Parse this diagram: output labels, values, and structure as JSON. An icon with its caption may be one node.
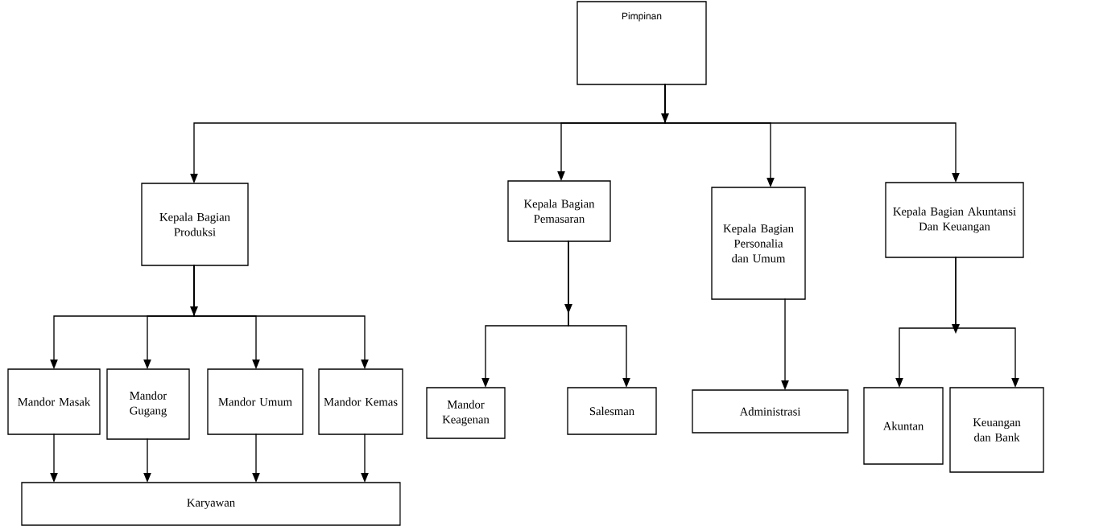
{
  "diagram": {
    "nodes": [
      {
        "text": [
          "Pimpinan"
        ]
      },
      {
        "text": [
          "Kepala Bagian Produksi"
        ]
      },
      {
        "text": [
          "Kepala Bagian Pemasaran"
        ]
      },
      {
        "text": [
          "Kepala Bagian Personalia dan Umum"
        ]
      },
      {
        "text": [
          "Kepala Bagian Akuntansi Dan Keuangan"
        ]
      },
      {
        "text": [
          "Mandor Masak"
        ]
      },
      {
        "text": [
          "Mandor Gugang"
        ]
      },
      {
        "text": [
          "Mandor Umum"
        ]
      },
      {
        "text": [
          "Mandor Kemas"
        ]
      },
      {
        "text": [
          "Mandor Keagenan"
        ]
      },
      {
        "text": [
          "Salesman"
        ]
      },
      {
        "text": [
          "Administrasi"
        ]
      },
      {
        "text": [
          "Akuntan"
        ]
      },
      {
        "text": [
          "Keuangan dan Bank"
        ]
      },
      {
        "text": [
          "Karyawan"
        ]
      }
    ],
    "edges": [
      {
        "from": 0,
        "to": 1,
        "arrow": "to"
      },
      {
        "from": 0,
        "to": 2,
        "arrow": "to"
      },
      {
        "from": 0,
        "to": 3,
        "arrow": "to"
      },
      {
        "from": 0,
        "to": 4,
        "arrow": "to"
      },
      {
        "from": 1,
        "to": 5,
        "arrow": "to"
      },
      {
        "from": 1,
        "to": 6,
        "arrow": "to"
      },
      {
        "from": 1,
        "to": 7,
        "arrow": "to"
      },
      {
        "from": 1,
        "to": 8,
        "arrow": "to"
      },
      {
        "from": 2,
        "to": 9,
        "arrow": "to"
      },
      {
        "from": 2,
        "to": 10,
        "arrow": "to"
      },
      {
        "from": 3,
        "to": 11,
        "arrow": "to"
      },
      {
        "from": 4,
        "to": 12,
        "arrow": "to"
      },
      {
        "from": 4,
        "to": 13,
        "arrow": "to"
      },
      {
        "from": 5,
        "to": 14,
        "arrow": "to"
      },
      {
        "from": 6,
        "to": 14,
        "arrow": "to"
      },
      {
        "from": 7,
        "to": 14,
        "arrow": "to"
      },
      {
        "from": 8,
        "to": 14,
        "arrow": "to"
      }
    ]
  }
}
